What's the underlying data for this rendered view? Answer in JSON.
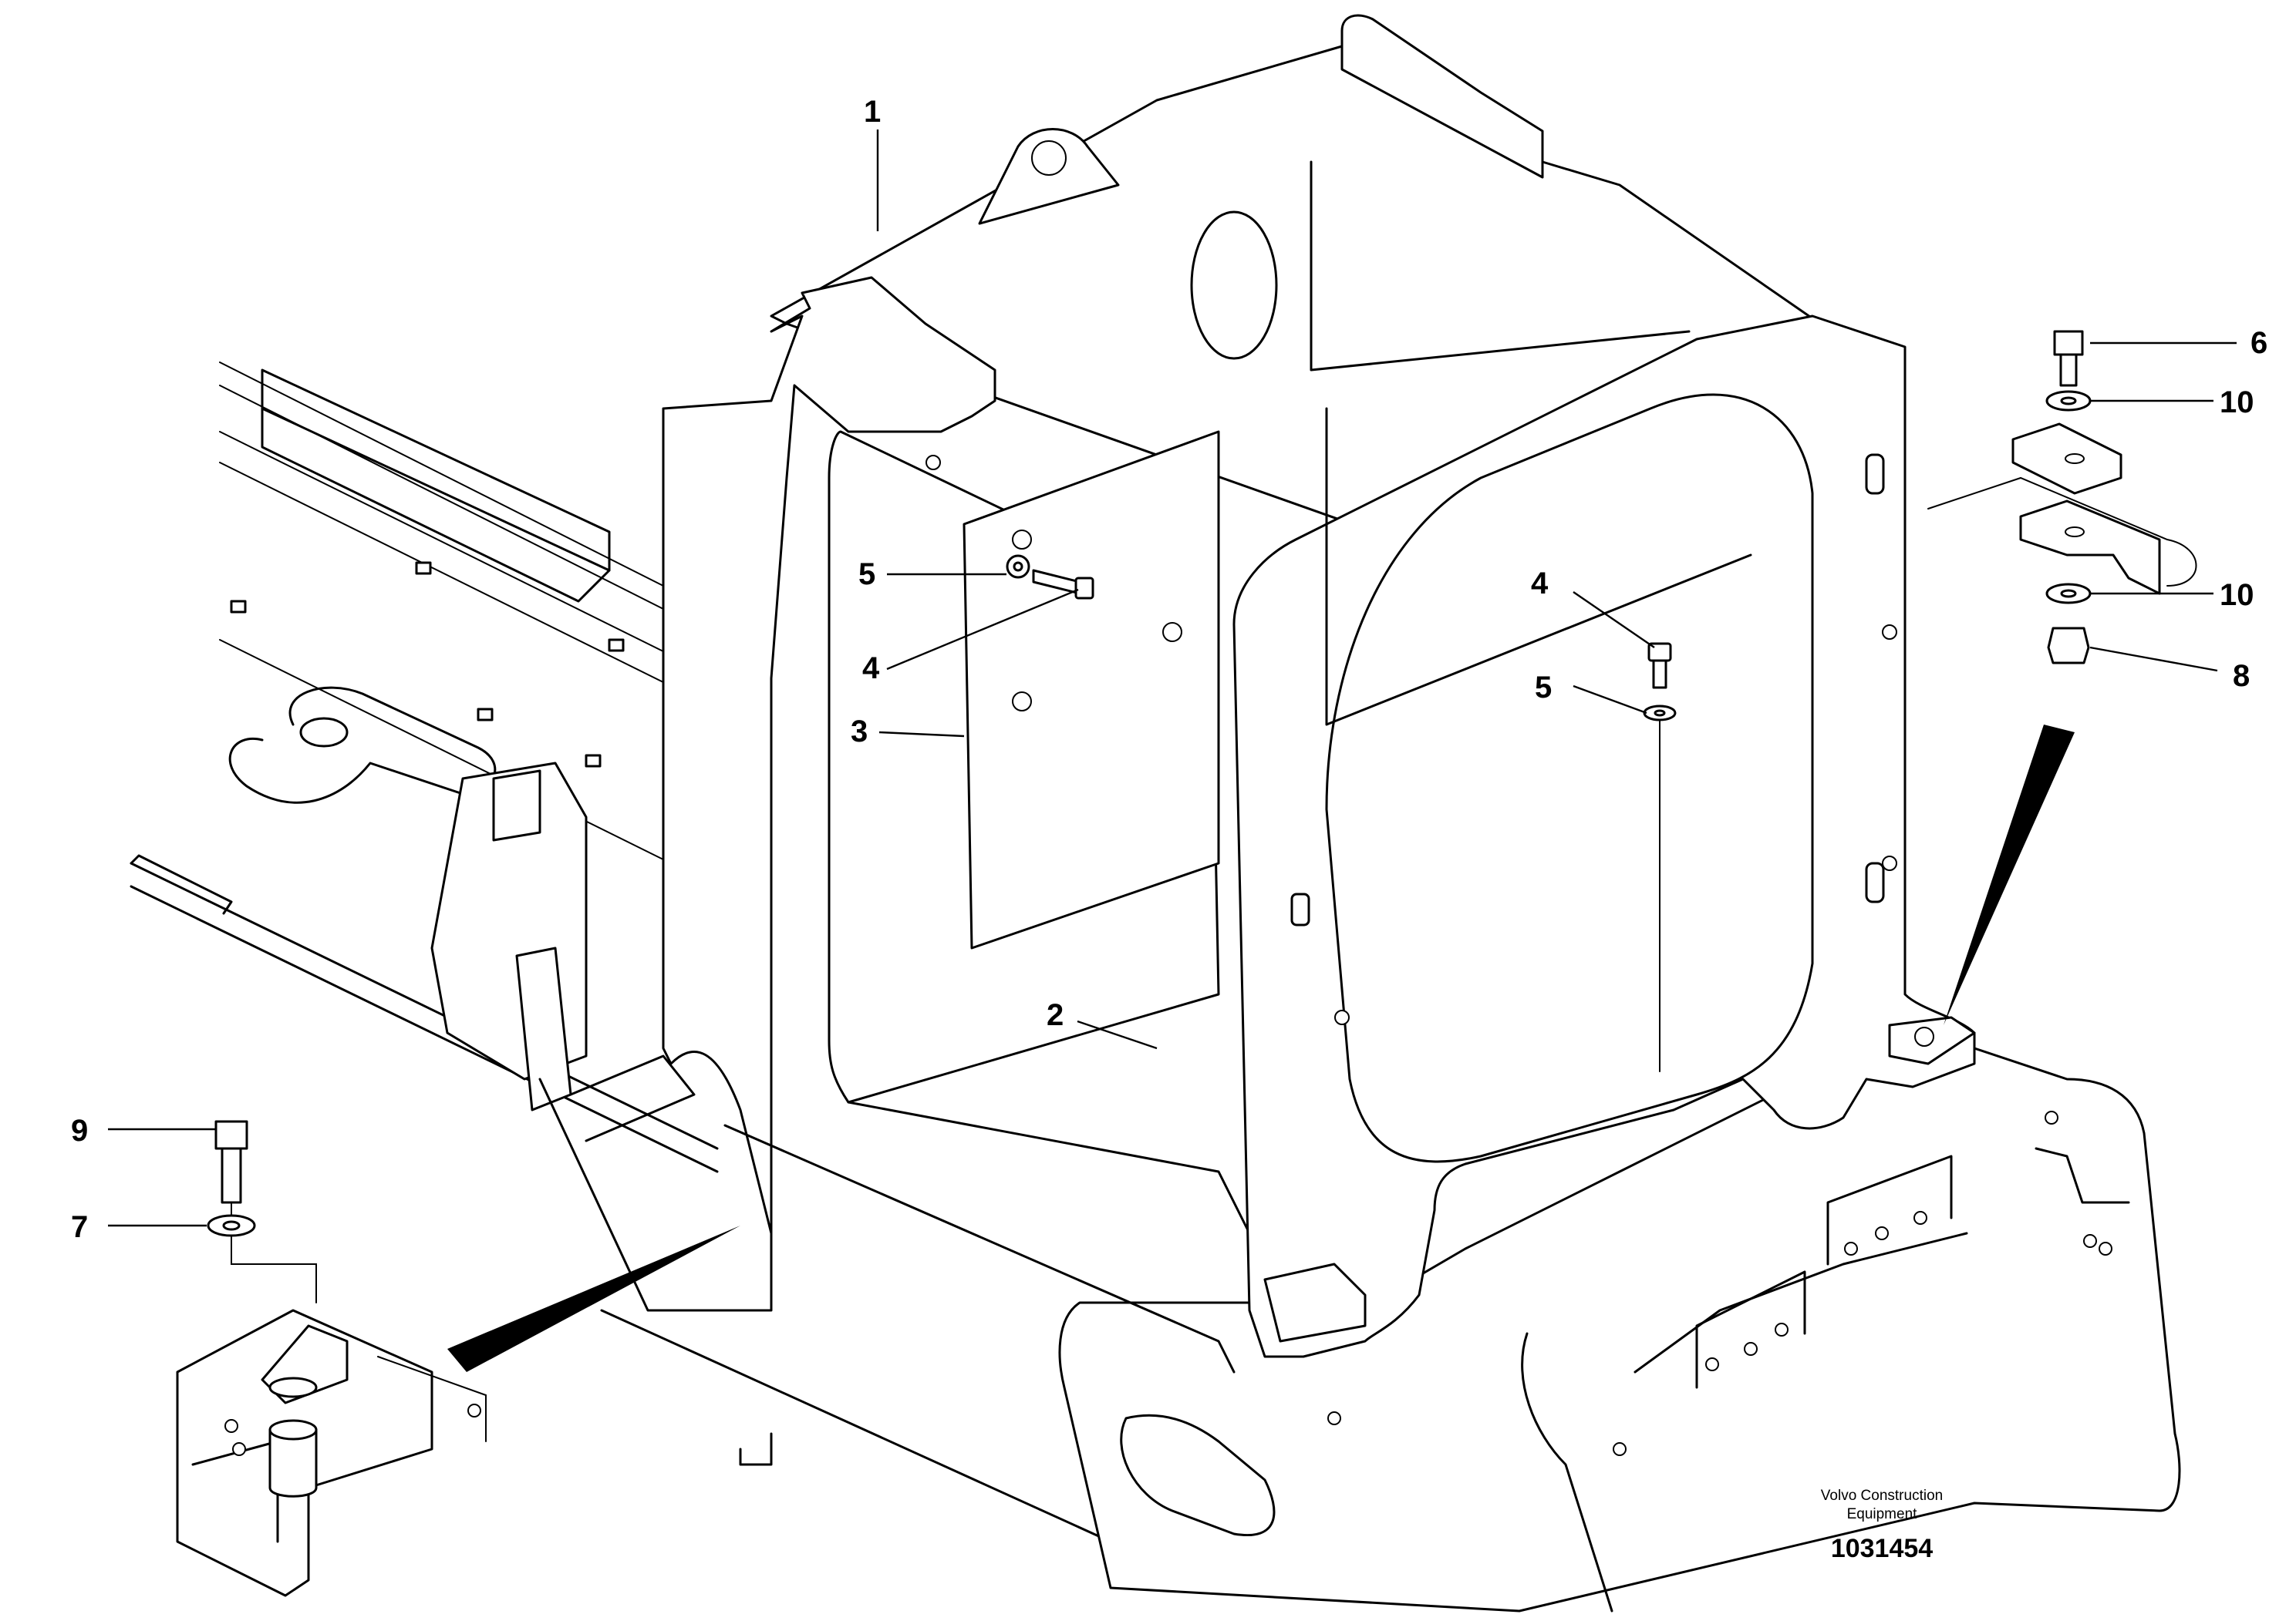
{
  "callouts": [
    {
      "id": "1",
      "label": "1"
    },
    {
      "id": "2",
      "label": "2"
    },
    {
      "id": "3",
      "label": "3"
    },
    {
      "id": "4a",
      "label": "4"
    },
    {
      "id": "4b",
      "label": "4"
    },
    {
      "id": "5a",
      "label": "5"
    },
    {
      "id": "5b",
      "label": "5"
    },
    {
      "id": "6",
      "label": "6"
    },
    {
      "id": "7",
      "label": "7"
    },
    {
      "id": "8",
      "label": "8"
    },
    {
      "id": "9",
      "label": "9"
    },
    {
      "id": "10a",
      "label": "10"
    },
    {
      "id": "10b",
      "label": "10"
    }
  ],
  "credit": {
    "line1": "Volvo Construction",
    "line2": "Equipment"
  },
  "figure_number": "1031454"
}
